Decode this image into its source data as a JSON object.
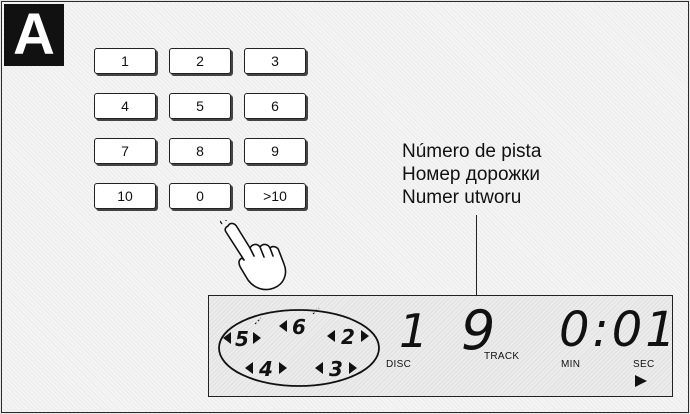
{
  "badge": "A",
  "keypad": {
    "rows": [
      [
        "1",
        "2",
        "3"
      ],
      [
        "4",
        "5",
        "6"
      ],
      [
        "7",
        "8",
        "9"
      ],
      [
        "10",
        "0",
        ">10"
      ]
    ]
  },
  "callout": {
    "lines": [
      "Número de pista",
      "Номер дорожки",
      "Numer utworu"
    ]
  },
  "display": {
    "disc_tray": [
      "5",
      "6",
      "2",
      "4",
      "3"
    ],
    "disc_number": "1",
    "disc_label": "DISC",
    "track_number": "9",
    "track_label": "TRACK",
    "time": "0:01",
    "min_label": "MIN",
    "sec_label": "SEC",
    "play_icon": "play-triangle-icon"
  },
  "icons": {
    "hand": "pointing-hand-icon"
  }
}
